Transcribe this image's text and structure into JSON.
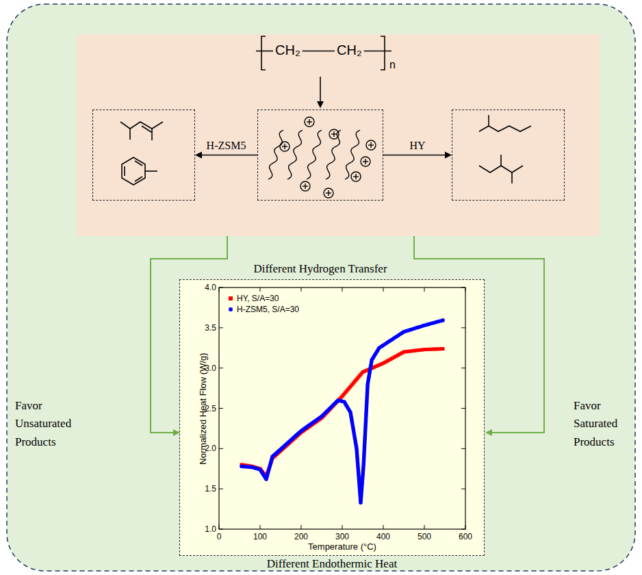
{
  "diagram": {
    "nodes": [
      {
        "text": [
          "CH₂",
          "CH₂",
          "n"
        ]
      },
      {
        "text": []
      },
      {
        "text": []
      },
      {
        "text": []
      },
      {
        "text": [
          "Different Endothermic Heat"
        ]
      }
    ],
    "edges": [
      {
        "from": 0,
        "to": 2,
        "arrow": "to"
      },
      {
        "from": 2,
        "to": 1,
        "label": "H-ZSM5",
        "arrow": "to"
      },
      {
        "from": 2,
        "to": 3,
        "label": "HY",
        "arrow": "to"
      }
    ],
    "labels": [
      "Different Hydrogen Transfer",
      "Favor Unsaturated Products",
      "Favor Saturated Products",
      "Normalized Heat Flow (W/g)",
      "Temperature (°C)",
      "1.0",
      "1.5",
      "2.0",
      "2.5",
      "3.0",
      "3.5",
      "4.0",
      "0",
      "100",
      "200",
      "300",
      "400",
      "500",
      "600"
    ],
    "legend": [
      {
        "text": "HY, S/A=30",
        "color": "#ff0000"
      },
      {
        "text": "H-ZSM5, S/A=30",
        "color": "#0000ff"
      }
    ]
  }
}
